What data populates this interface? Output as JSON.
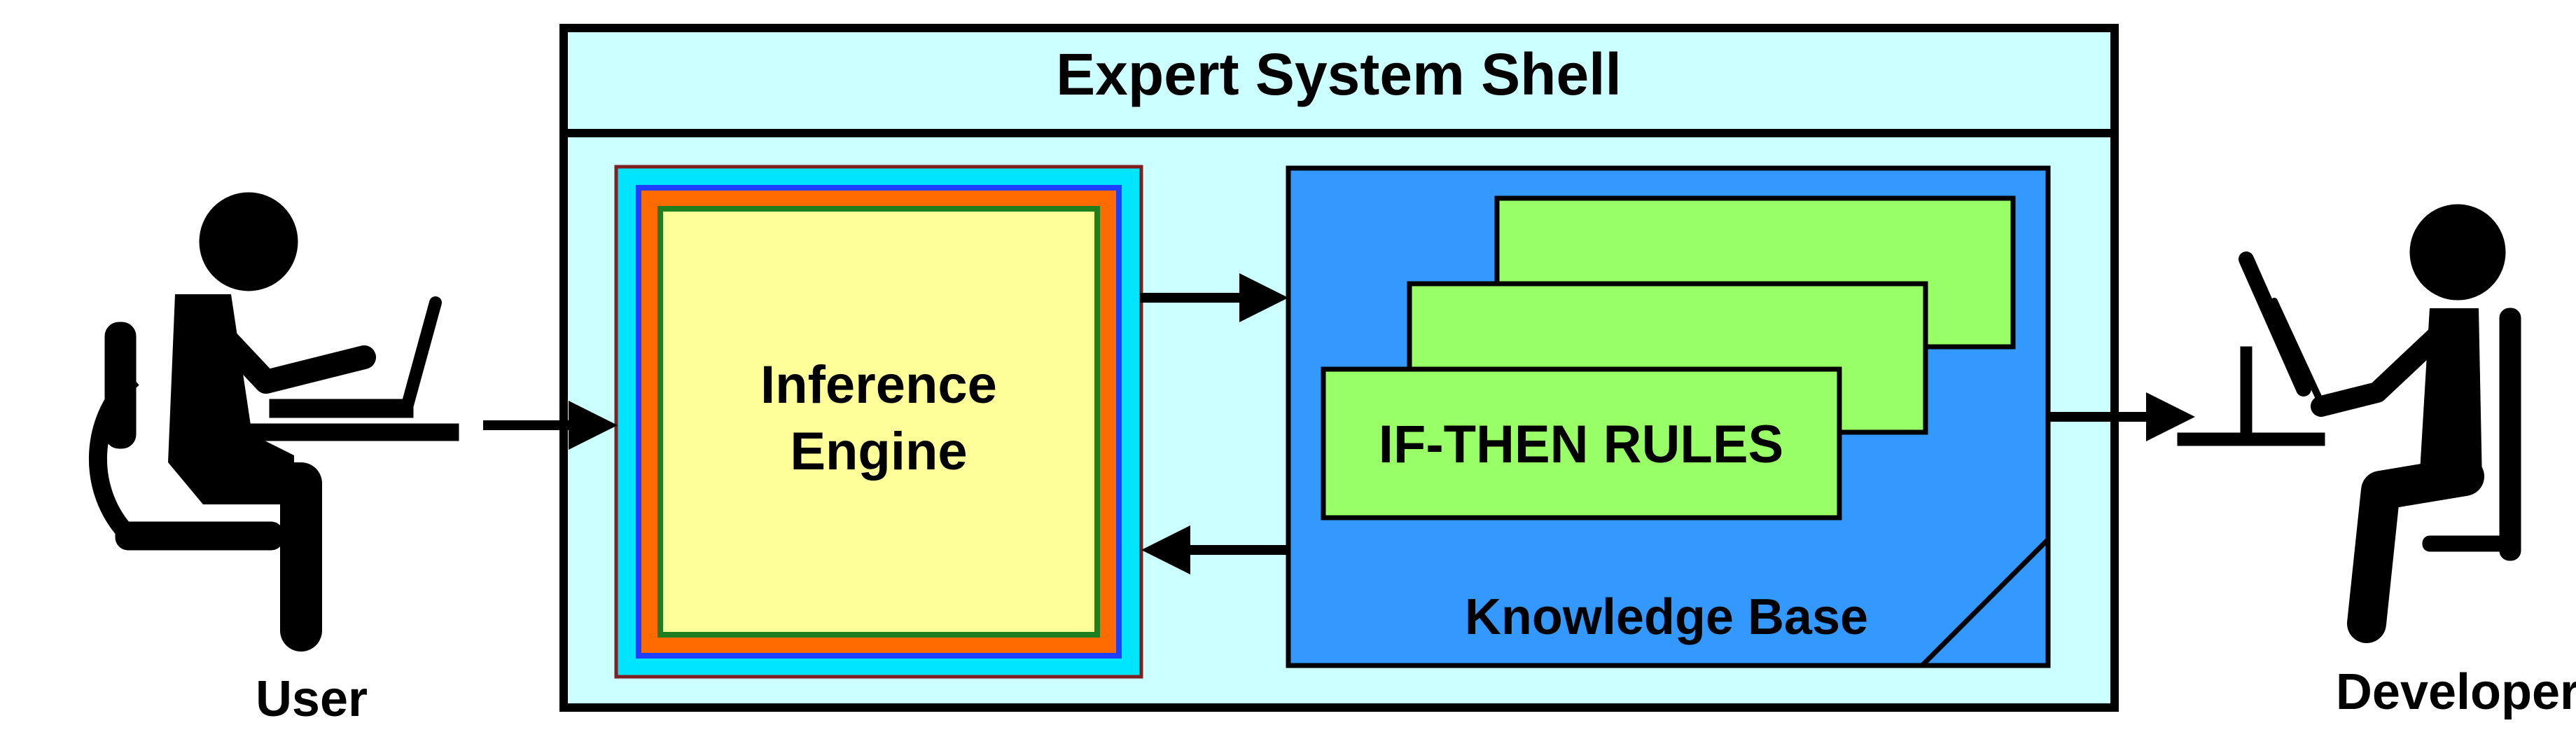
{
  "shell": {
    "title": "Expert System Shell",
    "bg_color": "#ccffff",
    "border_color": "#000000"
  },
  "inference_engine": {
    "label_line1": "Inference",
    "label_line2": "Engine",
    "layer_colors": [
      "#7f1f1f",
      "#00e5ff",
      "#1f3fff",
      "#ff6b00",
      "#e5551a",
      "#1f7f1f",
      "#ffff99"
    ]
  },
  "knowledge_base": {
    "label": "Knowledge Base",
    "bg_color": "#3399ff",
    "rule_color": "#99ff66"
  },
  "rules": {
    "label": "IF-THEN RULES"
  },
  "user": {
    "label": "User"
  },
  "developer": {
    "label": "Developer"
  }
}
